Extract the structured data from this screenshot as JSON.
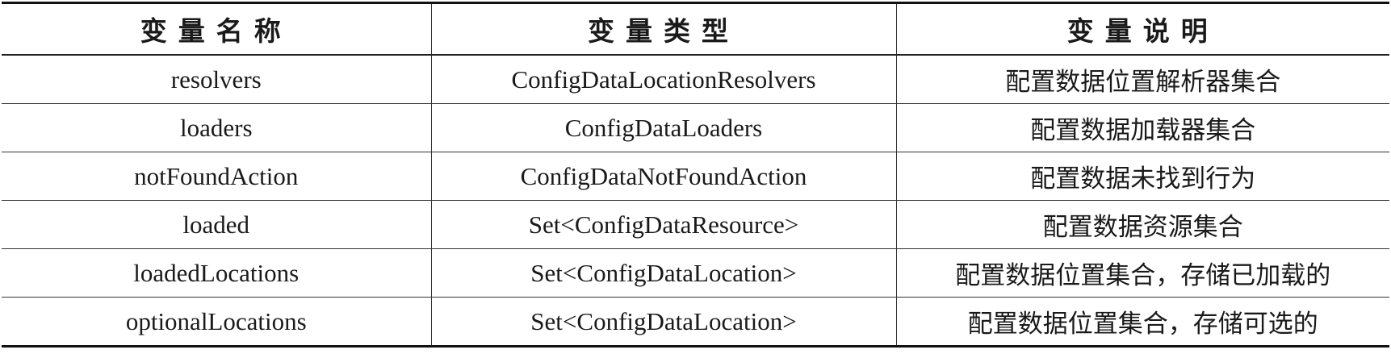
{
  "table": {
    "headers": [
      "变量名称",
      "变量类型",
      "变量说明"
    ],
    "rows": [
      [
        "resolvers",
        "ConfigDataLocationResolvers",
        "配置数据位置解析器集合"
      ],
      [
        "loaders",
        "ConfigDataLoaders",
        "配置数据加载器集合"
      ],
      [
        "notFoundAction",
        "ConfigDataNotFoundAction",
        "配置数据未找到行为"
      ],
      [
        "loaded",
        "Set<ConfigDataResource>",
        "配置数据资源集合"
      ],
      [
        "loadedLocations",
        "Set<ConfigDataLocation>",
        "配置数据位置集合，存储已加载的"
      ],
      [
        "optionalLocations",
        "Set<ConfigDataLocation>",
        "配置数据位置集合，存储可选的"
      ]
    ]
  }
}
